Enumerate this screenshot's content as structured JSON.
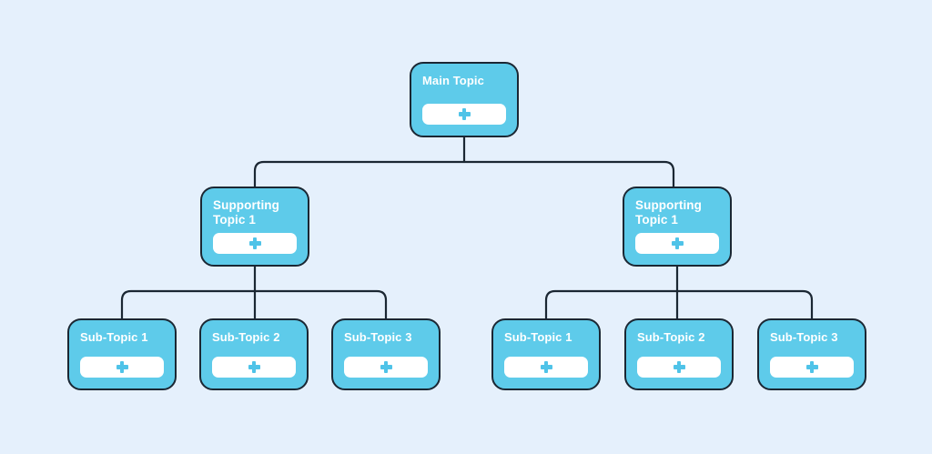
{
  "theme": {
    "background": "#e5f0fc",
    "node_fill": "#5ecbea",
    "node_border": "#1b2733",
    "label_color": "#ffffff",
    "button_fill": "#ffffff",
    "plus_color": "#4fc3e8",
    "connector_color": "#1b2733"
  },
  "diagram": {
    "type": "tree",
    "root": {
      "label": "Main Topic",
      "add_icon": "plus-icon"
    },
    "supporting": [
      {
        "label": "Supporting\nTopic 1",
        "add_icon": "plus-icon"
      },
      {
        "label": "Supporting\nTopic 1",
        "add_icon": "plus-icon"
      }
    ],
    "subtopics": [
      [
        {
          "label": "Sub-Topic 1",
          "add_icon": "plus-icon"
        },
        {
          "label": "Sub-Topic 2",
          "add_icon": "plus-icon"
        },
        {
          "label": "Sub-Topic 3",
          "add_icon": "plus-icon"
        }
      ],
      [
        {
          "label": "Sub-Topic 1",
          "add_icon": "plus-icon"
        },
        {
          "label": "Sub-Topic 2",
          "add_icon": "plus-icon"
        },
        {
          "label": "Sub-Topic 3",
          "add_icon": "plus-icon"
        }
      ]
    ]
  }
}
